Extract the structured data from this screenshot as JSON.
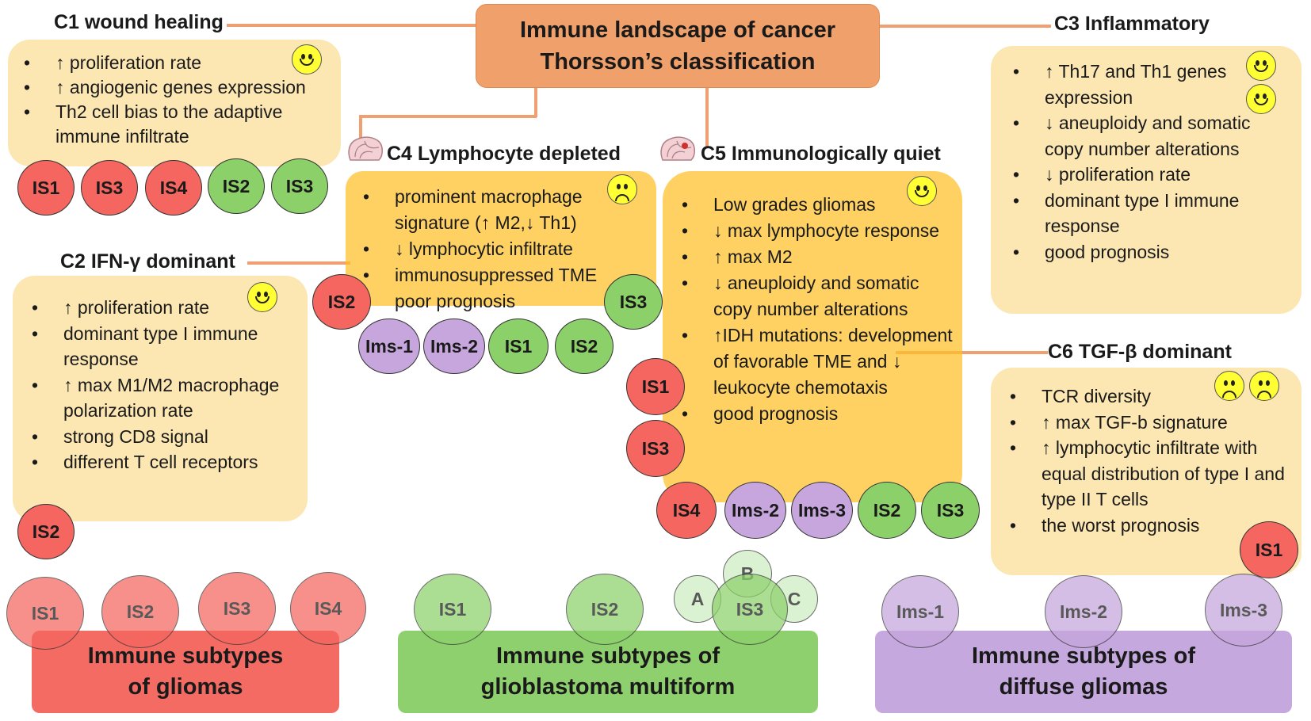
{
  "title": {
    "line1": "Immune landscape of cancer",
    "line2": "Thorsson’s classification"
  },
  "c1": {
    "header": "C1 wound healing",
    "items": [
      "↑ proliferation rate",
      "↑ angiogenic genes expression",
      "Th2 cell bias to the adaptive immune infiltrate"
    ],
    "circles": [
      "IS1",
      "IS3",
      "IS4",
      "IS2",
      "IS3"
    ]
  },
  "c2": {
    "header": "C2 IFN-γ dominant",
    "items": [
      "↑ proliferation rate",
      "dominant type I immune response",
      "↑ max M1/M2 macrophage polarization rate",
      "strong CD8 signal",
      "different T cell receptors"
    ],
    "circles": [
      "IS2"
    ]
  },
  "c3": {
    "header": "C3 Inflammatory",
    "items": [
      "↑ Th17 and Th1 genes expression",
      "↓ aneuploidy and somatic copy number alterations",
      "↓ proliferation rate",
      "dominant type I immune response",
      "good prognosis"
    ]
  },
  "c4": {
    "header": "C4 Lymphocyte depleted",
    "items": [
      "prominent macrophage signature (↑ M2,↓ Th1)",
      "↓ lymphocytic infiltrate",
      "immunosuppressed TME",
      "poor prognosis"
    ],
    "circles": [
      "IS2",
      "IS3",
      "Ims-1",
      "Ims-2",
      "IS1",
      "IS2"
    ]
  },
  "c5": {
    "header": "C5 Immunologically quiet",
    "items": [
      "Low grades gliomas",
      "↓ max lymphocyte response",
      "↑ max M2",
      "↓ aneuploidy and somatic copy number alterations",
      "↑IDH mutations: development of favorable TME and ↓ leukocyte chemotaxis",
      "good prognosis"
    ],
    "circles": [
      "IS1",
      "IS3",
      "IS4",
      "Ims-2",
      "Ims-3",
      "IS2",
      "IS3"
    ]
  },
  "c6": {
    "header": "C6 TGF-β dominant",
    "items": [
      "TCR diversity",
      "↑ max TGF-b signature",
      "↑ lymphocytic infiltrate with equal distribution of type I and type II T cells",
      "the worst prognosis"
    ],
    "circles": [
      "IS1"
    ]
  },
  "bottom": {
    "gliomas": {
      "line1": "Immune subtypes",
      "line2": "of gliomas",
      "circles": [
        "IS1",
        "IS2",
        "IS3",
        "IS4"
      ]
    },
    "gbm": {
      "line1": "Immune subtypes of",
      "line2": "glioblastoma multiform",
      "circles": [
        "IS1",
        "IS2",
        "IS3"
      ],
      "subs": [
        "A",
        "B",
        "C"
      ]
    },
    "diffuse": {
      "line1": "Immune subtypes of",
      "line2": "diffuse gliomas",
      "circles": [
        "Ims-1",
        "Ims-2",
        "Ims-3"
      ]
    }
  },
  "colors": {
    "red": "#f4665f",
    "green": "#8cd06a",
    "purple": "#c6a6dc",
    "gold": "#fdbf26",
    "pale": "#fce7b2",
    "orange": "#f0a06a"
  }
}
